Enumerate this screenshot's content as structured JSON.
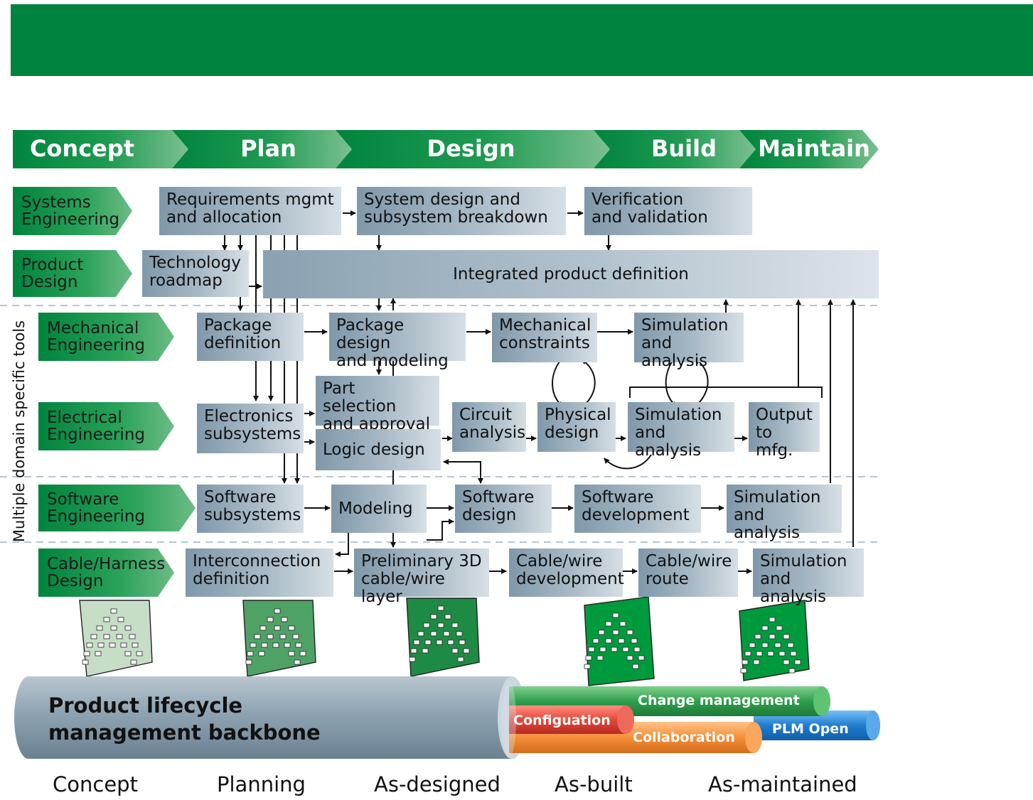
{
  "phases": [
    "Concept",
    "Plan",
    "Design",
    "Build",
    "Maintain"
  ],
  "rows": {
    "systems": "Systems\nEngineering",
    "product": "Product\nDesign",
    "mechanical": "Mechanical\nEngineering",
    "electrical": "Electrical\nEngineering",
    "software": "Software\nEngineering",
    "cable": "Cable/Harness\nDesign"
  },
  "side_label": "Multiple domain specific tools",
  "boxes": {
    "req_mgmt": "Requirements mgmt\nand allocation",
    "system_design": "System design and\nsubsystem breakdown",
    "verification": "Verification\nand validation",
    "tech_roadmap": "Technology\nroadmap",
    "integrated": "Integrated product definition",
    "package_def": "Package\ndefinition",
    "package_design": "Package design\nand modeling",
    "mech_constraints": "Mechanical\nconstraints",
    "mech_sim": "Simulation\nand analysis",
    "part_selection": "Part selection\nand approval",
    "electronics": "Electronics\nsubsystems",
    "logic_design": "Logic design",
    "circuit": "Circuit\nanalysis",
    "physical": "Physical\ndesign",
    "elec_sim": "Simulation\nand analysis",
    "output": "Output\nto mfg.",
    "sw_subsystems": "Software\nsubsystems",
    "modeling": "Modeling",
    "sw_design": "Software\ndesign",
    "sw_dev": "Software\ndevelopment",
    "sw_sim": "Simulation\nand analysis",
    "interconnection": "Interconnection\ndefinition",
    "prelim_3d": "Preliminary 3D\ncable/wire layer",
    "cable_dev": "Cable/wire\ndevelopment",
    "cable_route": "Cable/wire\nroute",
    "cable_sim": "Simulation\nand analysis"
  },
  "backbone": {
    "title": "Product lifecycle\nmanagement backbone",
    "tubes": {
      "change": "Change management",
      "config": "Configuation",
      "collab": "Collaboration",
      "plm_open": "PLM Open"
    }
  },
  "stages": [
    "Concept",
    "Planning",
    "As-designed",
    "As-built",
    "As-maintained"
  ],
  "colors": {
    "green_dark": "#00843d",
    "green_mid": "#1c9a50",
    "box_blue_gray": "#8fa6b5",
    "tube_green": "#3aa655",
    "tube_red": "#e84b3c",
    "tube_orange": "#f7903a",
    "tube_blue": "#1f7fd0"
  },
  "icons": [
    "hierarchy-panel-icon",
    "hierarchy-panel-icon",
    "hierarchy-panel-icon",
    "hierarchy-panel-icon",
    "hierarchy-panel-icon"
  ]
}
